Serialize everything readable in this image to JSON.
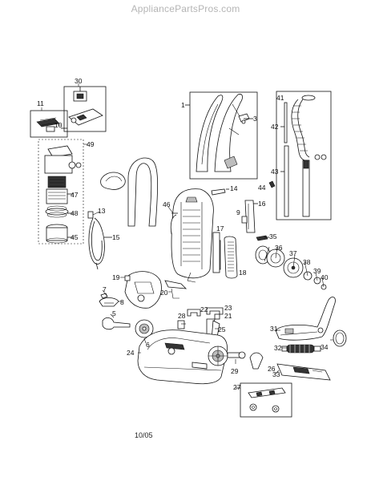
{
  "header": {
    "site": "AppliancePartsPros.com"
  },
  "footer": {
    "date_code": "10/05"
  },
  "callouts": [
    "1",
    "3",
    "11",
    "10",
    "30",
    "41",
    "42",
    "43",
    "49",
    "47",
    "48",
    "45",
    "13",
    "15",
    "14",
    "44",
    "46",
    "16",
    "9",
    "17",
    "18",
    "35",
    "36",
    "37",
    "38",
    "39",
    "40",
    "19",
    "7",
    "8",
    "20",
    "22",
    "23",
    "21",
    "28",
    "25",
    "5",
    "6",
    "24",
    "31",
    "34",
    "32",
    "29",
    "26",
    "33",
    "27"
  ]
}
